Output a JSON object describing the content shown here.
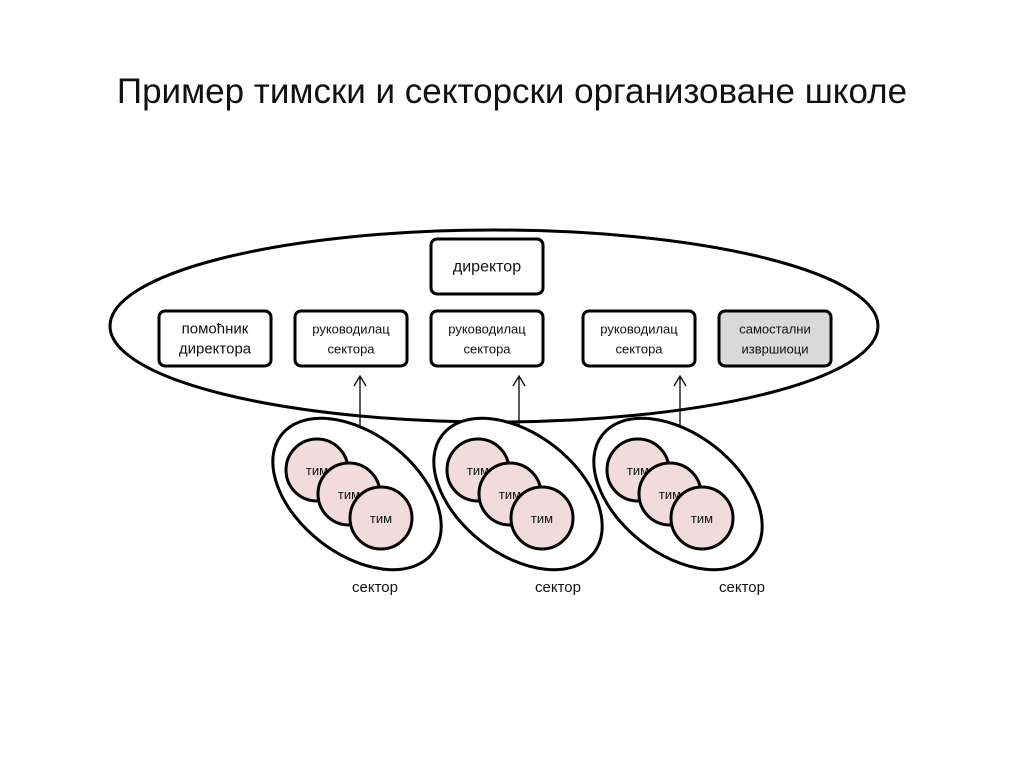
{
  "slide": {
    "title": "Пример тимски и секторски организоване школе"
  },
  "colors": {
    "box_fill": "#ffffff",
    "box_fill_independent": "#d9d9d9",
    "team_fill": "#f2dcdb",
    "stroke": "#000000"
  },
  "boxes": {
    "director": {
      "lines": [
        "директор"
      ]
    },
    "assistant": {
      "lines": [
        "помоћник",
        "директора"
      ]
    },
    "leader1": {
      "lines": [
        "руководилац",
        "сектора"
      ]
    },
    "leader2": {
      "lines": [
        "руководилац",
        "сектора"
      ]
    },
    "leader3": {
      "lines": [
        "руководилац",
        "сектора"
      ]
    },
    "independent": {
      "lines": [
        "самостални",
        "извршиоци"
      ]
    }
  },
  "sectors": [
    {
      "label": "сектор",
      "teams": [
        "тим",
        "тим",
        "тим"
      ]
    },
    {
      "label": "сектор",
      "teams": [
        "тим",
        "тим",
        "тим"
      ]
    },
    {
      "label": "сектор",
      "teams": [
        "тим",
        "тим",
        "тим"
      ]
    }
  ]
}
